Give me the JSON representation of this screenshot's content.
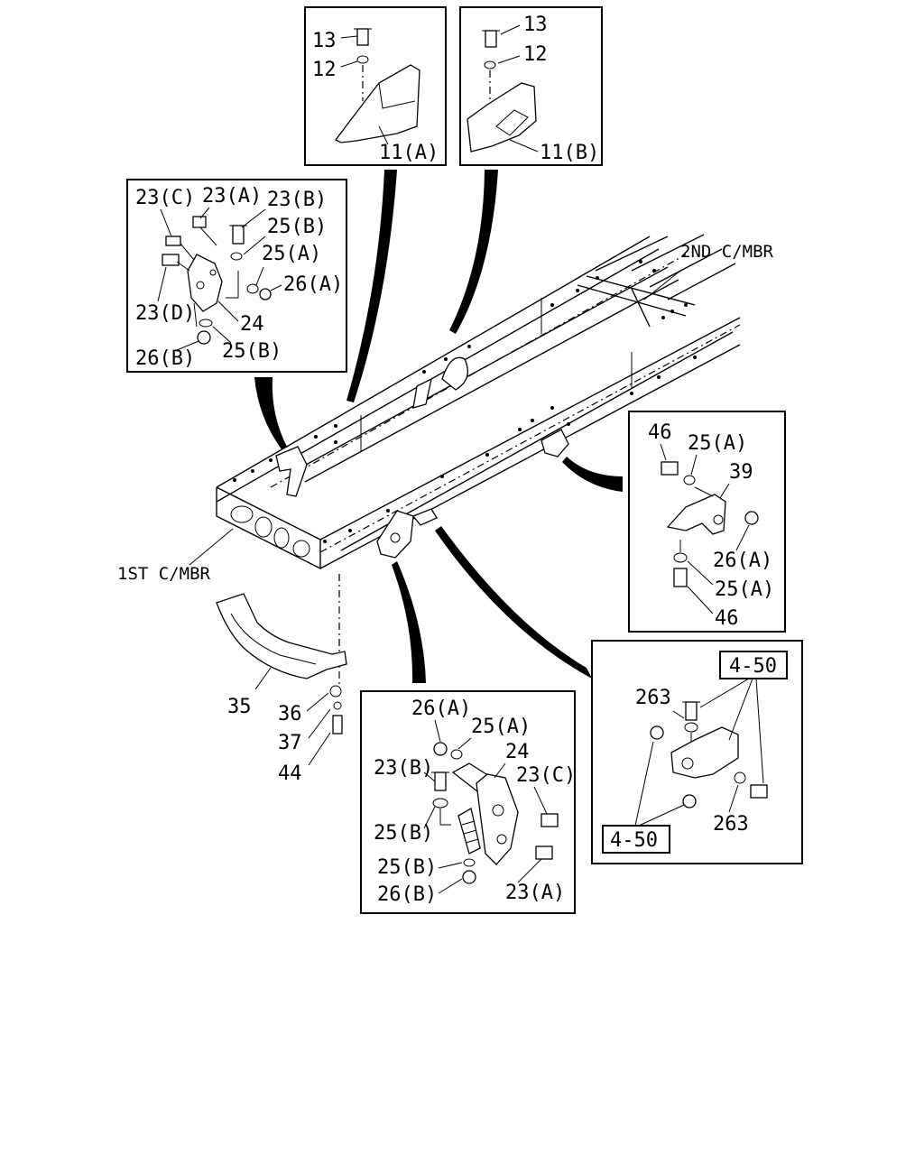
{
  "labels": {
    "c1_13": "13",
    "c1_12": "12",
    "c1_11a": "11(A)",
    "c2_13": "13",
    "c2_12": "12",
    "c2_11b": "11(B)",
    "c3_23c": "23(C)",
    "c3_23a": "23(A)",
    "c3_23b": "23(B)",
    "c3_25b_top": "25(B)",
    "c3_25a": "25(A)",
    "c3_26a": "26(A)",
    "c3_23d": "23(D)",
    "c3_24": "24",
    "c3_26b": "26(B)",
    "c3_25b_bot": "25(B)",
    "m_2nd": "2ND C/MBR",
    "m_1st": "1ST C/MBR",
    "c4_46_top": "46",
    "c4_25a_top": "25(A)",
    "c4_39": "39",
    "c4_26a": "26(A)",
    "c4_25a_bot": "25(A)",
    "c4_46_bot": "46",
    "b_35": "35",
    "b_36": "36",
    "b_37": "37",
    "b_44": "44",
    "c5_26a": "26(A)",
    "c5_25a": "25(A)",
    "c5_24": "24",
    "c5_23b": "23(B)",
    "c5_23c": "23(C)",
    "c5_25b_top": "25(B)",
    "c5_25b_bot": "25(B)",
    "c5_26b": "26(B)",
    "c5_23a": "23(A)",
    "c6_263_top": "263",
    "c6_ref_top": "4-50",
    "c6_263_bot": "263",
    "c6_ref_bot": "4-50"
  }
}
